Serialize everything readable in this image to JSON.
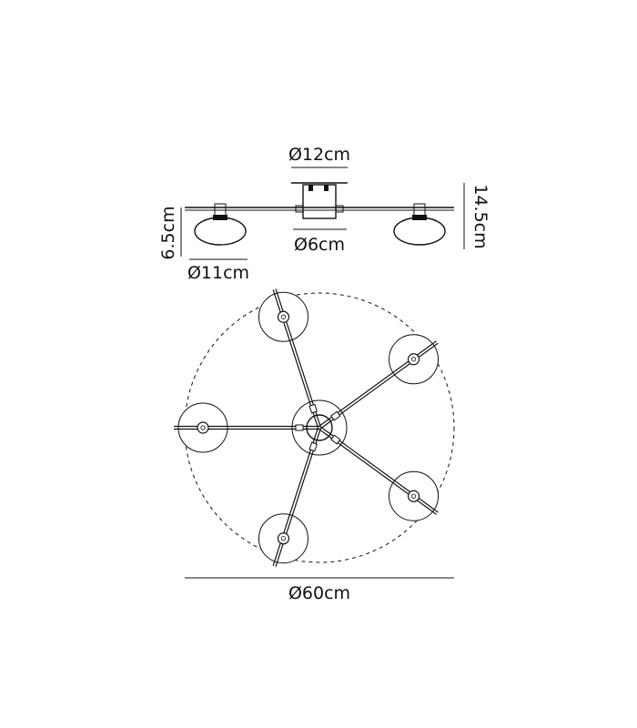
{
  "dimensions": {
    "canopy_diameter": "Ø12cm",
    "shade_diameter": "Ø11cm",
    "shade_height": "6.5cm",
    "hub_diameter": "Ø6cm",
    "overall_height": "14.5cm",
    "overall_diameter": "Ø60cm"
  },
  "colors": {
    "line": "#111111",
    "shade_fill": "#ffffff",
    "background": "#ffffff"
  }
}
